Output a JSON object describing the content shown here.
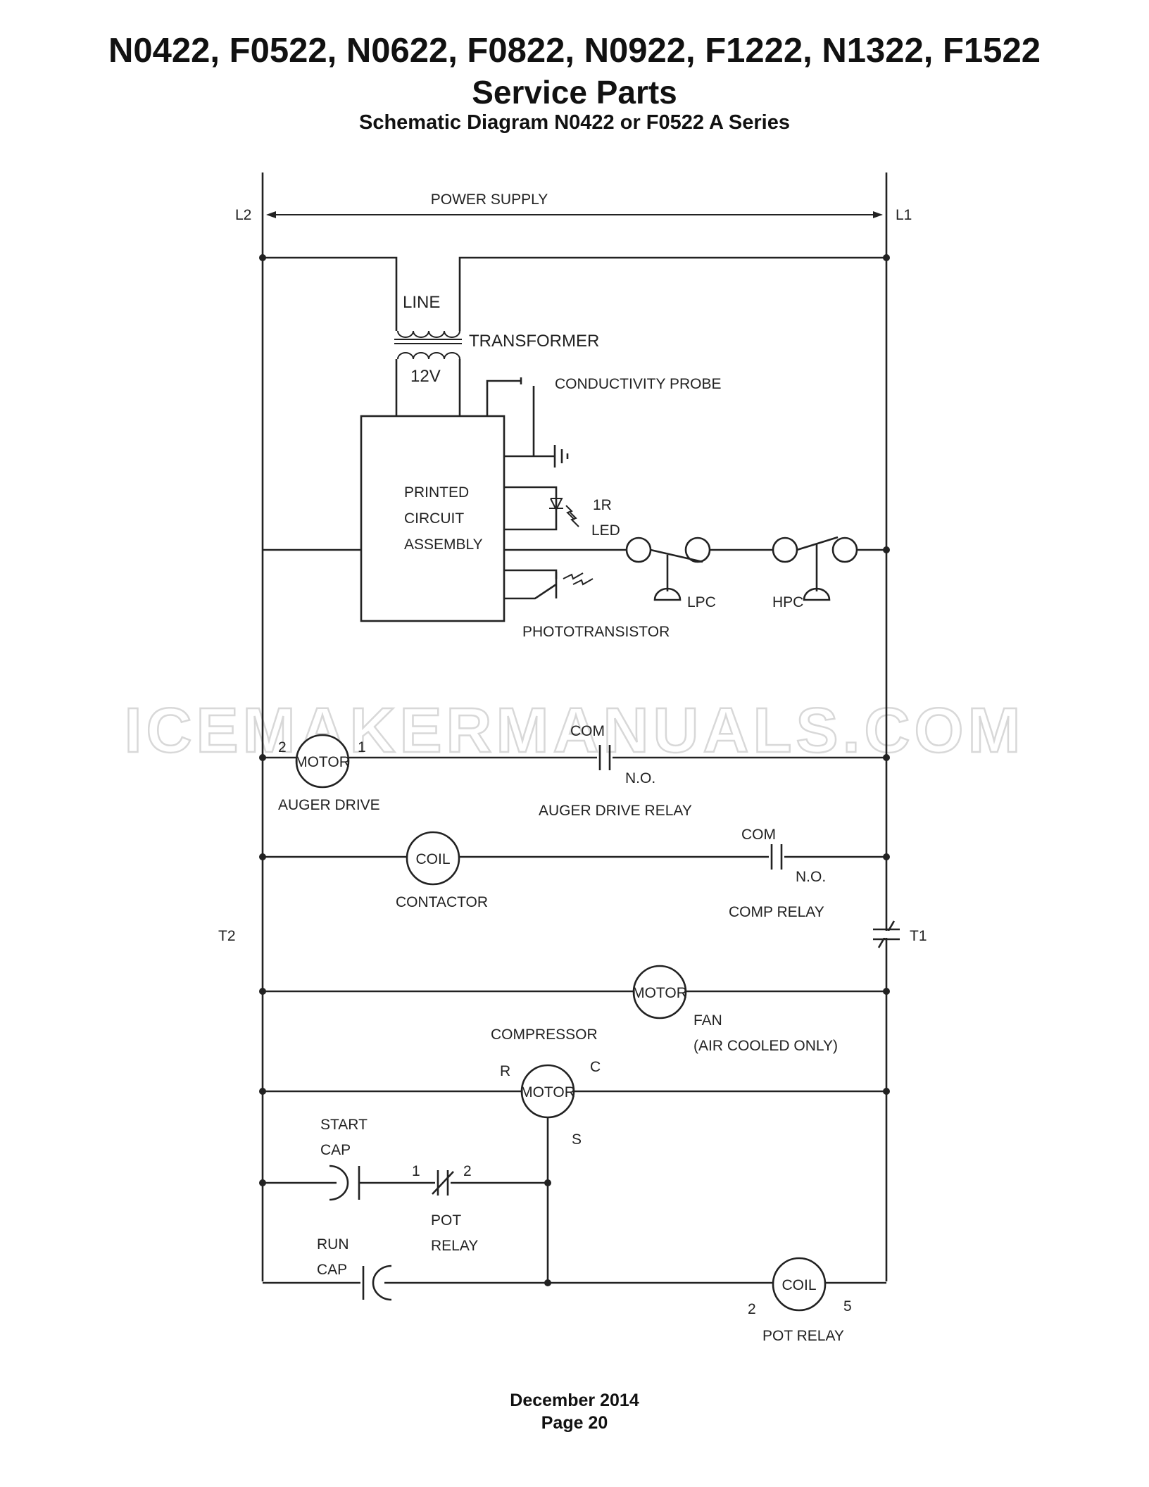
{
  "header": {
    "title_line1": "N0422, F0522, N0622, F0822, N0922, F1222, N1322, F1522",
    "title_line2": "Service Parts",
    "subtitle": "Schematic Diagram N0422 or F0522 A Series"
  },
  "footer": {
    "date": "December 2014",
    "page": "Page 20"
  },
  "watermark": "ICEMAKERMANUALS.COM",
  "labels": {
    "l2": "L2",
    "l1": "L1",
    "power_supply": "POWER SUPPLY",
    "line": "LINE",
    "transformer": "TRANSFORMER",
    "v12": "12V",
    "conductivity_probe": "CONDUCTIVITY PROBE",
    "pca_1": "PRINTED",
    "pca_2": "CIRCUIT",
    "pca_3": "ASSEMBLY",
    "ir": "1R",
    "led": "LED",
    "phototransistor": "PHOTOTRANSISTOR",
    "lpc": "LPC",
    "hpc": "HPC",
    "auger_motor": "MOTOR",
    "auger_2": "2",
    "auger_1": "1",
    "auger_drive": "AUGER DRIVE",
    "auger_com": "COM",
    "auger_no": "N.O.",
    "auger_drive_relay": "AUGER DRIVE RELAY",
    "coil": "COIL",
    "contactor": "CONTACTOR",
    "comp_com": "COM",
    "comp_no": "N.O.",
    "comp_relay": "COMP RELAY",
    "t2": "T2",
    "t1": "T1",
    "fan_motor": "MOTOR",
    "fan": "FAN",
    "air_cooled": "(AIR COOLED ONLY)",
    "compressor": "COMPRESSOR",
    "r": "R",
    "c": "C",
    "comp_motor": "MOTOR",
    "s": "S",
    "start": "START",
    "start_cap": "CAP",
    "pot_1": "1",
    "pot_2": "2",
    "pot": "POT",
    "relay": "RELAY",
    "run": "RUN",
    "run_cap": "CAP",
    "pot_coil": "COIL",
    "coil_2": "2",
    "coil_5": "5",
    "pot_relay": "POT RELAY"
  }
}
